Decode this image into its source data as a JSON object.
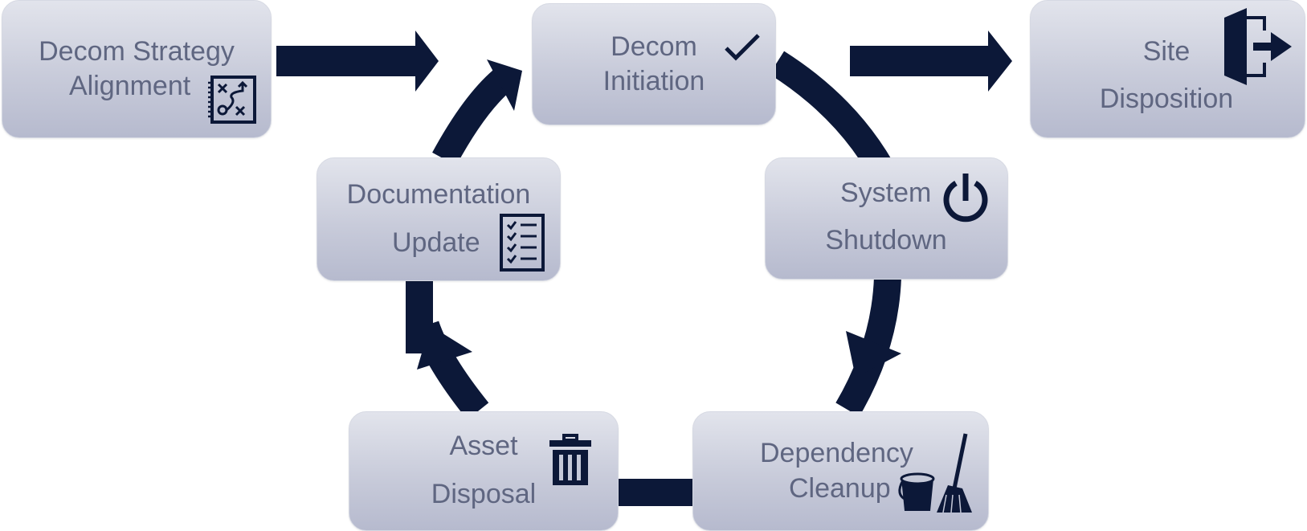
{
  "diagram": {
    "steps": {
      "decom_strategy_alignment": {
        "line1": "Decom Strategy",
        "line2": "Alignment"
      },
      "decom_initiation": {
        "line1": "Decom",
        "line2": "Initiation"
      },
      "site_disposition": {
        "line1": "Site",
        "line2": "Disposition"
      },
      "system_shutdown": {
        "line1": "System",
        "line2": "Shutdown"
      },
      "dependency_cleanup": {
        "line1": "Dependency",
        "line2": "Cleanup"
      },
      "asset_disposal": {
        "line1": "Asset",
        "line2": "Disposal"
      },
      "documentation_update": {
        "line1": "Documentation",
        "line2": "Update"
      }
    },
    "icons": {
      "decom_strategy_alignment": "strategy-board-icon",
      "decom_initiation": "checkmark-icon",
      "site_disposition": "exit-door-icon",
      "system_shutdown": "power-icon",
      "dependency_cleanup": "bucket-broom-icon",
      "asset_disposal": "trash-can-icon",
      "documentation_update": "checklist-icon"
    },
    "colors": {
      "arrow": "#0c1838",
      "box_top": "#e2e4ec",
      "box_bottom": "#b6bace",
      "text": "#5f6681",
      "icon": "#0c1838"
    }
  }
}
